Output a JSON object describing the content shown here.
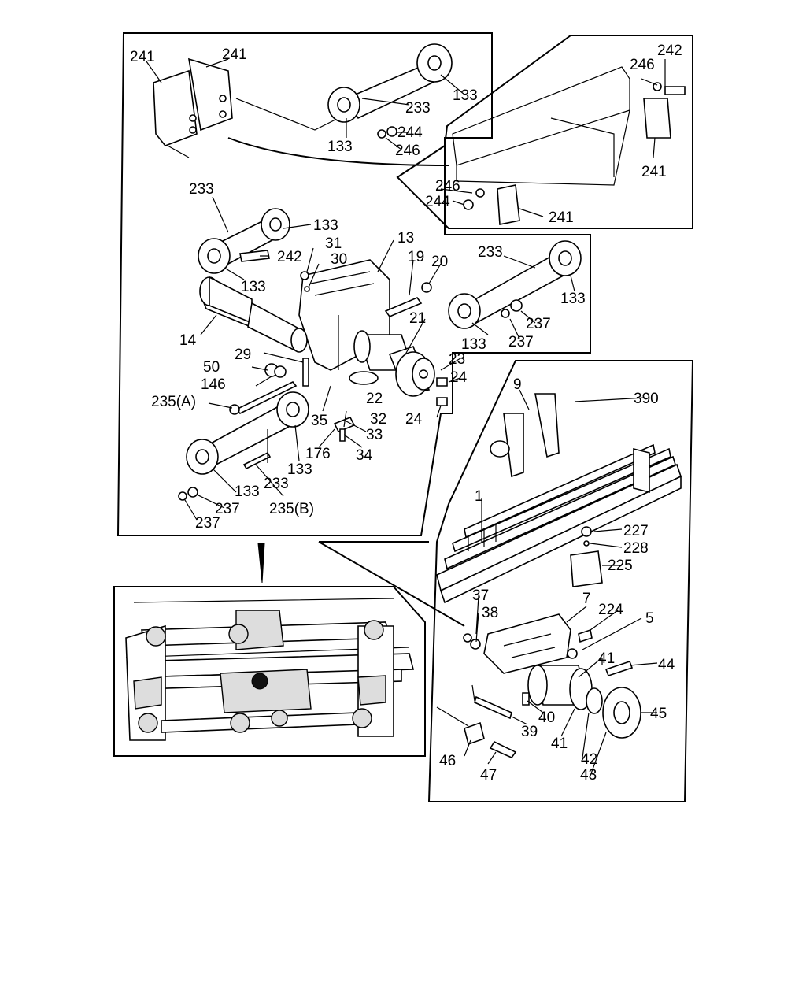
{
  "callouts": {
    "241": "241",
    "242": "242",
    "246": "246",
    "244": "244",
    "233": "233",
    "133": "133",
    "13": "13",
    "19": "19",
    "20": "20",
    "21": "21",
    "31": "31",
    "30": "30",
    "14": "14",
    "29": "29",
    "50": "50",
    "146": "146",
    "235A": "235(A)",
    "235B": "235(B)",
    "35": "35",
    "22": "22",
    "32": "32",
    "33": "33",
    "23": "23",
    "24": "24",
    "237": "237",
    "176": "176",
    "34": "34",
    "9": "9",
    "390": "390",
    "1": "1",
    "227": "227",
    "228": "228",
    "225": "225",
    "37": "37",
    "38": "38",
    "7": "7",
    "224": "224",
    "5": "5",
    "41": "41",
    "44": "44",
    "45": "45",
    "39": "39",
    "40": "40",
    "42": "42",
    "43": "43",
    "46": "46",
    "47": "47"
  }
}
